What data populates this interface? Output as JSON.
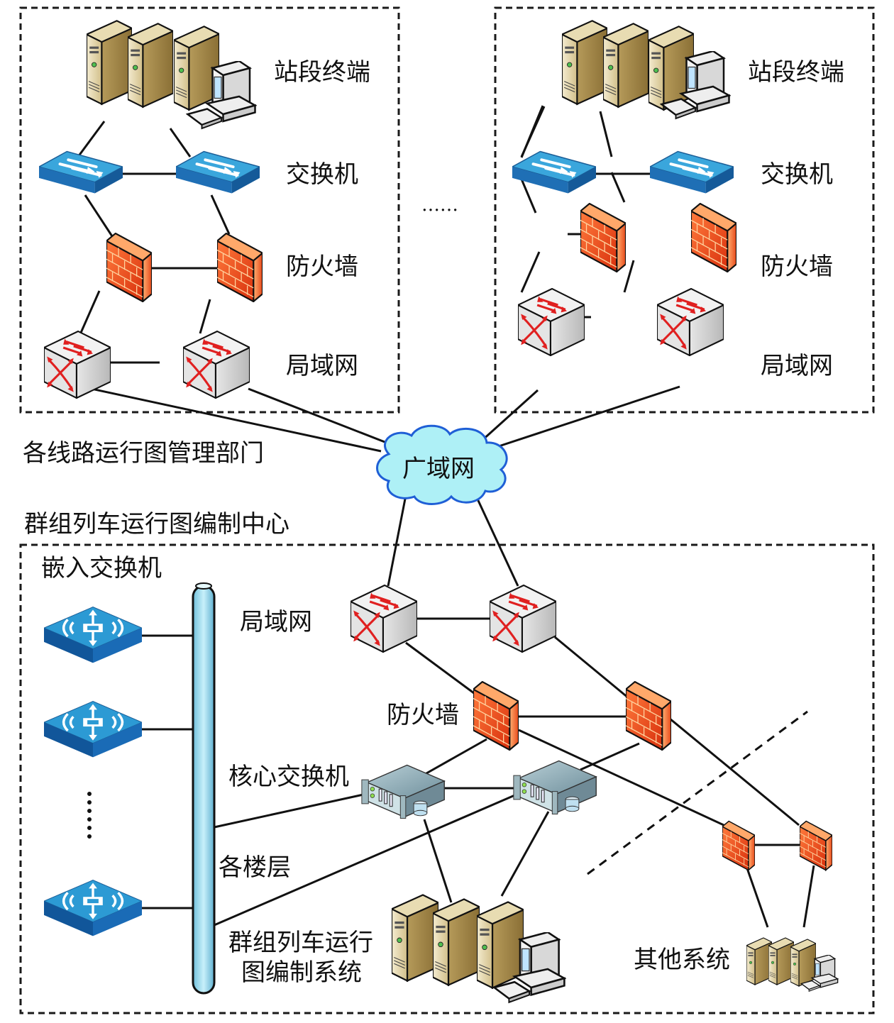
{
  "diagram": {
    "type": "network-topology",
    "colors": {
      "switch_blue": "#2f8fcf",
      "firewall_red": "#e8401c",
      "cloud_fill": "#aef0f6",
      "cloud_stroke": "#1f5fd6",
      "server_beige": "#d6c28e",
      "backbone_blue": "#9fd8ec"
    },
    "regions": {
      "top_left": {
        "labels": {
          "terminal": "站段终端",
          "switch": "交换机",
          "firewall": "防火墙",
          "lan": "局域网"
        }
      },
      "top_right": {
        "labels": {
          "terminal": "站段终端",
          "switch": "交换机",
          "firewall": "防火墙",
          "lan": "局域网"
        }
      },
      "ellipsis": "……",
      "dept_label": "各线路运行图管理部门",
      "wan_label": "广域网",
      "center_label": "群组列车运行图编制中心",
      "bottom": {
        "embedded_switch_label": "嵌入交换机",
        "lan_label": "局域网",
        "firewall_label": "防火墙",
        "core_switch_label": "核心交换机",
        "floors_label": "各楼层",
        "system_label_line1": "群组列车运行",
        "system_label_line2": "图编制系统",
        "other_label": "其他系统",
        "vertical_ellipsis": "⋮"
      }
    }
  }
}
